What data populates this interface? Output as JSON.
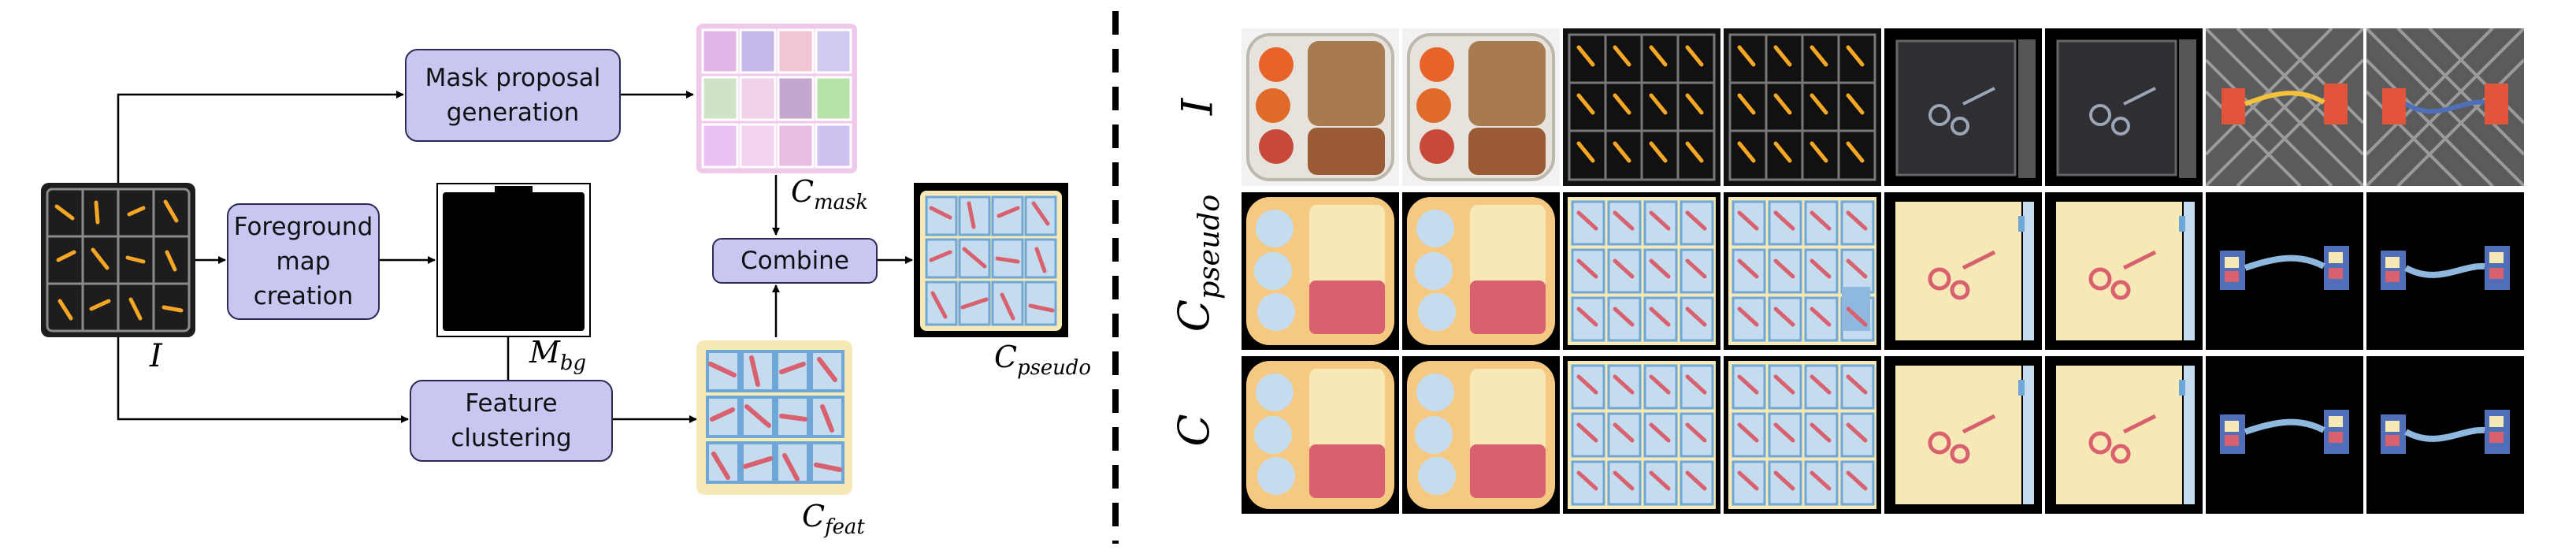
{
  "pipeline": {
    "mask_proposal_label": "Mask proposal\ngeneration",
    "foreground_label": "Foreground\nmap\ncreation",
    "feature_clustering_label": "Feature\nclustering",
    "combine_label": "Combine"
  },
  "symbols": {
    "input": {
      "base": "I",
      "sub": ""
    },
    "mask": {
      "base": "C",
      "sub": "mask"
    },
    "bg": {
      "base": "M",
      "sub": "bg"
    },
    "feat": {
      "base": "C",
      "sub": "feat"
    },
    "pseudo": {
      "base": "C",
      "sub": "pseudo"
    }
  },
  "grid": {
    "row_labels": [
      {
        "base": "I",
        "sub": ""
      },
      {
        "base": "C",
        "sub": "pseudo"
      },
      {
        "base": "C",
        "sub": ""
      }
    ],
    "column_scenes": [
      "lunchbox",
      "lunchbox",
      "screwbox",
      "screwbox",
      "bag",
      "bag",
      "cable",
      "cable"
    ]
  },
  "colors": {
    "box_fill": "#c9c7f2",
    "cream": "#f6e9b6",
    "light_blue": "#c4dcee",
    "red": "#d9606e",
    "blue": "#4f6fb8",
    "orange": "#f5a623"
  }
}
